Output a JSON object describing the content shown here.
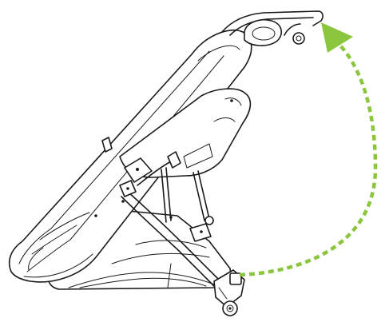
{
  "diagram": {
    "subject": "folding-stroller-line-art",
    "arrow": {
      "color": "#8cc63f",
      "style": "dashed",
      "direction": "clockwise-up"
    },
    "line_color": "#1a1a1a",
    "background": "#ffffff"
  }
}
